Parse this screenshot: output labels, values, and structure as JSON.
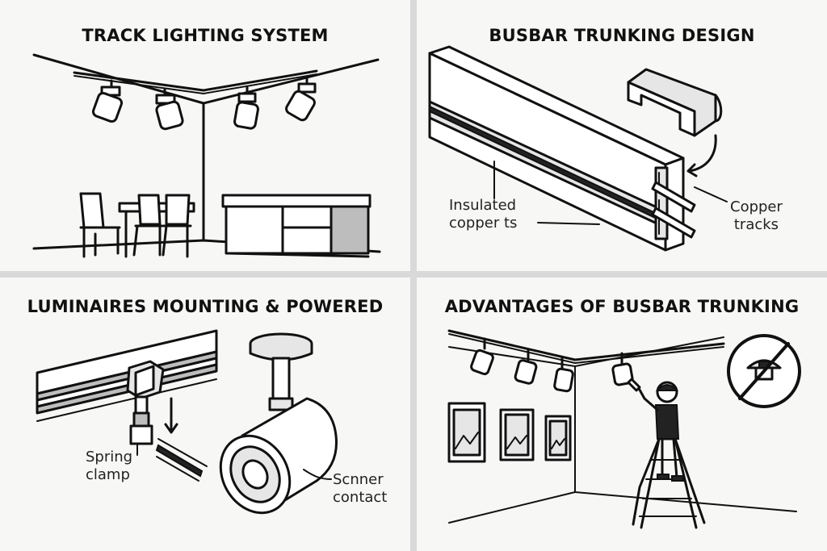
{
  "panels": {
    "track_lighting": {
      "title": "TRACK LIGHTING SYSTEM"
    },
    "busbar_design": {
      "title": "BUSBAR TRUNKING DESIGN",
      "label_insulated_line1": "Insulated",
      "label_insulated_line2": "copper ts",
      "label_copper_line1": "Copper",
      "label_copper_line2": "tracks"
    },
    "mounting": {
      "title": "LUMINAIRES MOUNTING & POWERED",
      "label_spring_line1": "Spring",
      "label_spring_line2": "clamp",
      "label_contact_line1": "Scnner",
      "label_contact_line2": "contact"
    },
    "advantages": {
      "title": "ADVANTAGES OF BUSBAR TRUNKING"
    }
  },
  "colors": {
    "gutter": "#d9d9d9",
    "panel_bg": "#f7f7f5",
    "ink": "#111111",
    "light_fill": "#e6e6e6",
    "mid_fill": "#bdbdbd"
  }
}
